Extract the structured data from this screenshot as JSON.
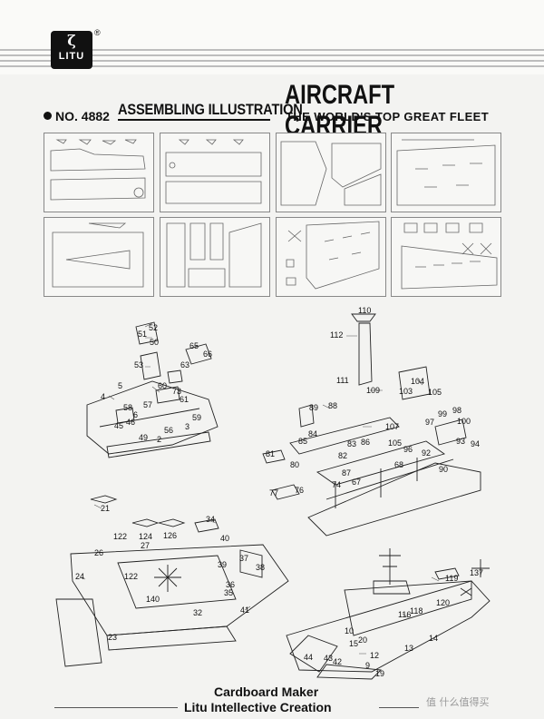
{
  "brand": {
    "logo_glyph": "ζ",
    "logo_text": "LITU",
    "registered": "®"
  },
  "header": {
    "model": "NO. 4882",
    "assembling": "ASSEMBLING ILLUSTRATION",
    "title": "AIRCRAFT CARRIER",
    "subtitle": "THE WORLD'S TOP GREAT FLEET"
  },
  "part_labels": [
    "52",
    "51",
    "50",
    "65",
    "66",
    "53",
    "63",
    "5",
    "4",
    "60",
    "57",
    "58",
    "73",
    "61",
    "6",
    "46",
    "45",
    "3",
    "59",
    "56",
    "49",
    "2",
    "110",
    "112",
    "111",
    "109",
    "104",
    "103",
    "105",
    "88",
    "89",
    "107",
    "99",
    "98",
    "100",
    "97",
    "84",
    "85",
    "86",
    "105",
    "96",
    "92",
    "93",
    "94",
    "81",
    "83",
    "82",
    "87",
    "67",
    "68",
    "90",
    "80",
    "74",
    "77",
    "76",
    "21",
    "34",
    "122",
    "124",
    "126",
    "27",
    "40",
    "26",
    "37",
    "24",
    "39",
    "38",
    "122",
    "140",
    "36",
    "35",
    "41",
    "32",
    "23",
    "119",
    "137",
    "120",
    "116",
    "118",
    "10",
    "20",
    "15",
    "14",
    "12",
    "13",
    "44",
    "43",
    "42",
    "9",
    "19"
  ],
  "footer": {
    "line1": "Cardboard Maker",
    "line2": "Litu Intellective Creation"
  },
  "watermark": "值 什么值得买"
}
